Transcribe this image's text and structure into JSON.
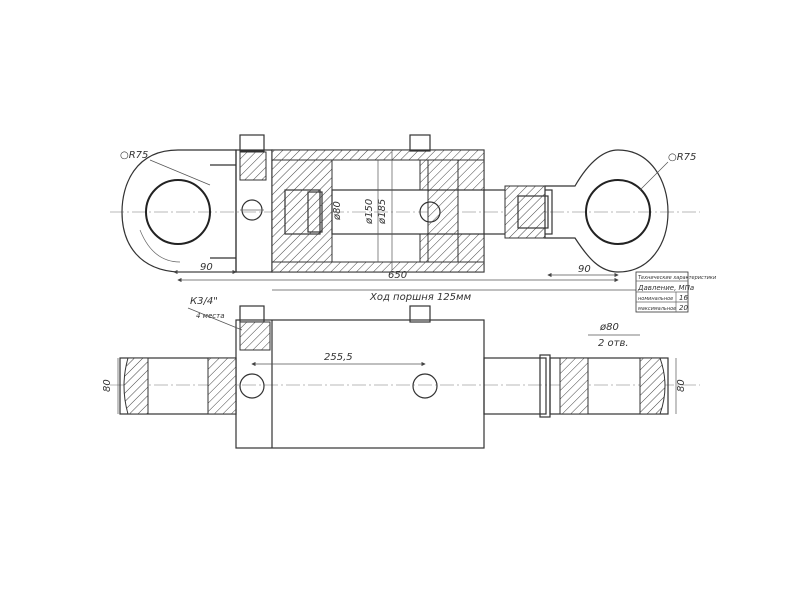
{
  "labels": {
    "radius_left": "○R75",
    "radius_right": "○R75",
    "dim_90_left": "90",
    "dim_90_right": "90",
    "dim_650": "650",
    "dim_d80": "ø80",
    "dim_d150": "ø150",
    "dim_d185": "ø185",
    "stroke": "Ход поршня 125мм",
    "port_thread": "К3/4\"",
    "port_count": "4 места",
    "dim_255": "255,5",
    "hole_d80": "ø80",
    "hole_count": "2 отв.",
    "dim_80_left": "80",
    "dim_80_right": "80"
  },
  "spec_table": {
    "title": "Технические характеристики",
    "pressure_label": "Давление, МПа",
    "rows": [
      {
        "label": "номинальное",
        "value": "16"
      },
      {
        "label": "максимальное",
        "value": "20"
      }
    ]
  }
}
